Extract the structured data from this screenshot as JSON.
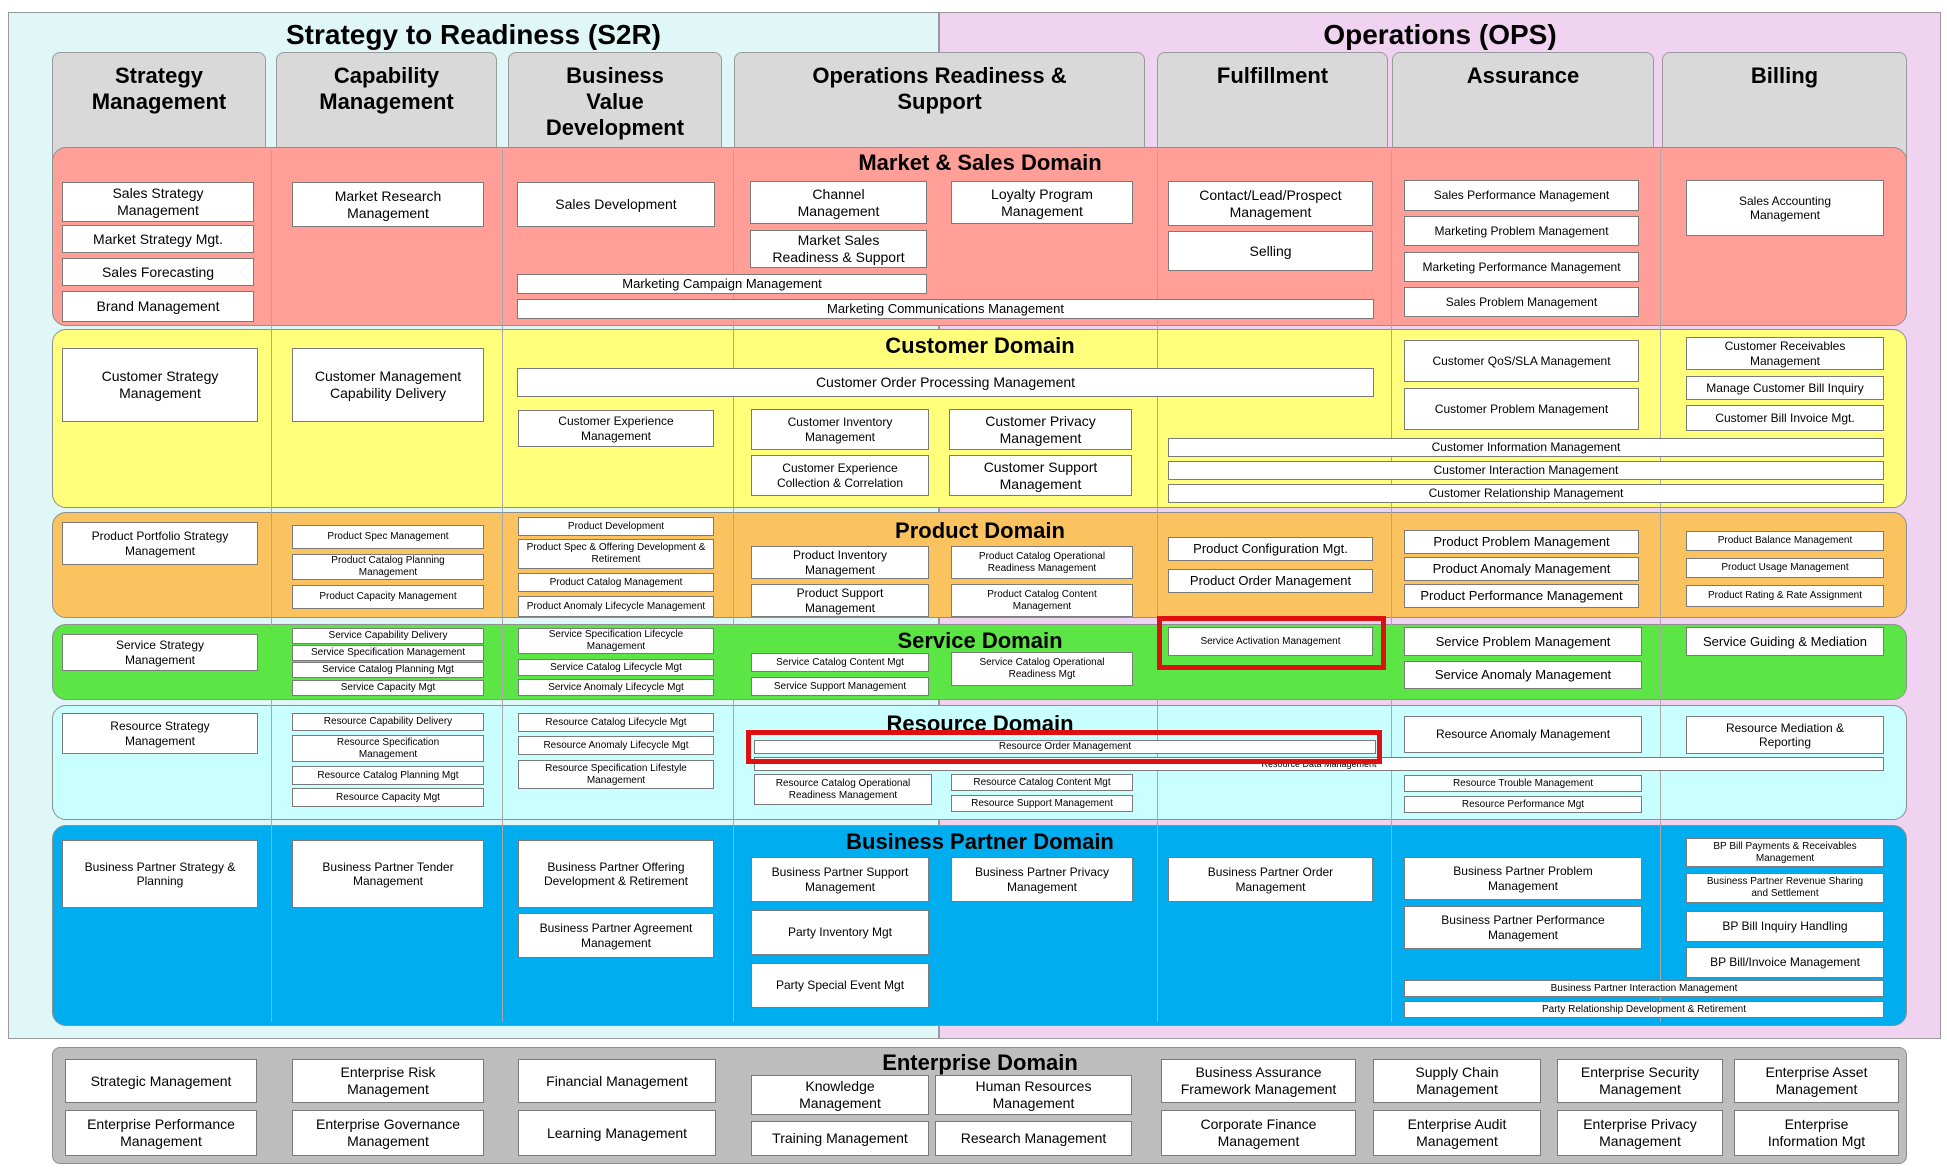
{
  "header": {
    "s2r_title": "Strategy to Readiness (S2R)",
    "ops_title": "Operations (OPS)",
    "columns": [
      {
        "label": "Strategy\nManagement"
      },
      {
        "label": "Capability\nManagement"
      },
      {
        "label": "Business\nValue\nDevelopment"
      },
      {
        "label": "Operations Readiness &\nSupport"
      },
      {
        "label": "Fulfillment"
      },
      {
        "label": "Assurance"
      },
      {
        "label": "Billing"
      }
    ]
  },
  "domains": {
    "market_sales": {
      "title": "Market & Sales Domain",
      "color": "#ff9f97",
      "items": [
        "Sales Strategy\nManagement",
        "Market Strategy Mgt.",
        "Sales Forecasting",
        "Brand Management",
        "Market Research\nManagement",
        "Sales Development",
        "Channel\nManagement",
        "Market Sales\nReadiness & Support",
        "Loyalty Program\nManagement",
        "Marketing Campaign Management",
        "Marketing Communications Management",
        "Contact/Lead/Prospect\nManagement",
        "Selling",
        "Sales Performance Management",
        "Marketing Problem Management",
        "Marketing Performance Management",
        "Sales Problem Management",
        "Sales Accounting\nManagement"
      ]
    },
    "customer": {
      "title": "Customer Domain",
      "color": "#ffff7b",
      "items": [
        "Customer Strategy\nManagement",
        "Customer Management\nCapability Delivery",
        "Customer Order Processing Management",
        "Customer Experience\nManagement",
        "Customer Inventory\nManagement",
        "Customer Privacy\nManagement",
        "Customer Experience\nCollection & Correlation",
        "Customer Support\nManagement",
        "Customer QoS/SLA Management",
        "Customer Problem Management",
        "Customer Receivables\nManagement",
        "Manage Customer Bill Inquiry",
        "Customer Bill Invoice Mgt.",
        "Customer Information Management",
        "Customer Interaction Management",
        "Customer Relationship Management"
      ]
    },
    "product": {
      "title": "Product Domain",
      "color": "#fbc35f",
      "items": [
        "Product Portfolio Strategy\nManagement",
        "Product Spec Management",
        "Product Catalog Planning\nManagement",
        "Product Capacity Management",
        "Product Development",
        "Product Spec & Offering Development &\nRetirement",
        "Product Catalog Management",
        "Product Anomaly Lifecycle Management",
        "Product Inventory\nManagement",
        "Product Support\nManagement",
        "Product Catalog Operational\nReadiness Management",
        "Product Catalog Content\nManagement",
        "Product Configuration Mgt.",
        "Product Order Management",
        "Product Problem Management",
        "Product Anomaly Management",
        "Product Performance Management",
        "Product Balance Management",
        "Product Usage Management",
        "Product Rating & Rate Assignment"
      ]
    },
    "service": {
      "title": "Service Domain",
      "color": "#5ce645",
      "items": [
        "Service Strategy\nManagement",
        "Service Capability Delivery",
        "Service Specification Management",
        "Service Catalog Planning Mgt",
        "Service Capacity Mgt",
        "Service Specification Lifecycle\nManagement",
        "Service Catalog Lifecycle Mgt",
        "Service Anomaly Lifecycle Mgt",
        "Service Catalog Content Mgt",
        "Service Support Management",
        "Service Catalog Operational\nReadiness Mgt",
        "Service Activation Management",
        "Service Problem Management",
        "Service Anomaly Management",
        "Service Guiding & Mediation"
      ]
    },
    "resource": {
      "title": "Resource Domain",
      "color": "#c9ffff",
      "items": [
        "Resource Strategy\nManagement",
        "Resource Capability Delivery",
        "Resource Specification\nManagement",
        "Resource Catalog Planning Mgt",
        "Resource Capacity Mgt",
        "Resource Catalog Lifecycle Mgt",
        "Resource Anomaly Lifecycle Mgt",
        "Resource Specification Lifestyle\nManagement",
        "Resource Order Management",
        "Resource Data Management",
        "Resource Catalog Operational\nReadiness Management",
        "Resource Catalog Content Mgt",
        "Resource Support Management",
        "Resource Anomaly Management",
        "Resource Trouble Management",
        "Resource Performance Mgt",
        "Resource Mediation &\nReporting"
      ]
    },
    "business_partner": {
      "title": "Business Partner Domain",
      "color": "#00aeef",
      "items": [
        "Business Partner Strategy &\nPlanning",
        "Business Partner Tender\nManagement",
        "Business Partner Offering\nDevelopment & Retirement",
        "Business Partner Agreement\nManagement",
        "Business Partner Support\nManagement",
        "Party Inventory Mgt",
        "Party Special Event Mgt",
        "Business Partner Privacy\nManagement",
        "Business Partner Order\nManagement",
        "Business Partner Problem\nManagement",
        "Business Partner Performance\nManagement",
        "BP Bill Payments & Receivables\nManagement",
        "Business Partner Revenue Sharing\nand Settlement",
        "BP Bill Inquiry Handling",
        "BP Bill/Invoice Management",
        "Business Partner Interaction Management",
        "Party Relationship Development & Retirement"
      ]
    },
    "enterprise": {
      "title": "Enterprise Domain",
      "color": "#bdbdbd",
      "items": [
        "Strategic Management",
        "Enterprise Performance\nManagement",
        "Enterprise Risk\nManagement",
        "Enterprise Governance\nManagement",
        "Financial Management",
        "Learning Management",
        "Knowledge\nManagement",
        "Training Management",
        "Human Resources\nManagement",
        "Research Management",
        "Business Assurance\nFramework Management",
        "Corporate Finance\nManagement",
        "Supply Chain\nManagement",
        "Enterprise Audit\nManagement",
        "Enterprise Security\nManagement",
        "Enterprise Privacy\nManagement",
        "Enterprise Asset\nManagement",
        "Enterprise\nInformation Mgt"
      ]
    }
  },
  "highlight_color": "#e01010",
  "colors": {
    "s2r_bg": "#dff7f7",
    "ops_bg": "#f0d3f0",
    "column_header_bg": "#d9d9d9"
  }
}
